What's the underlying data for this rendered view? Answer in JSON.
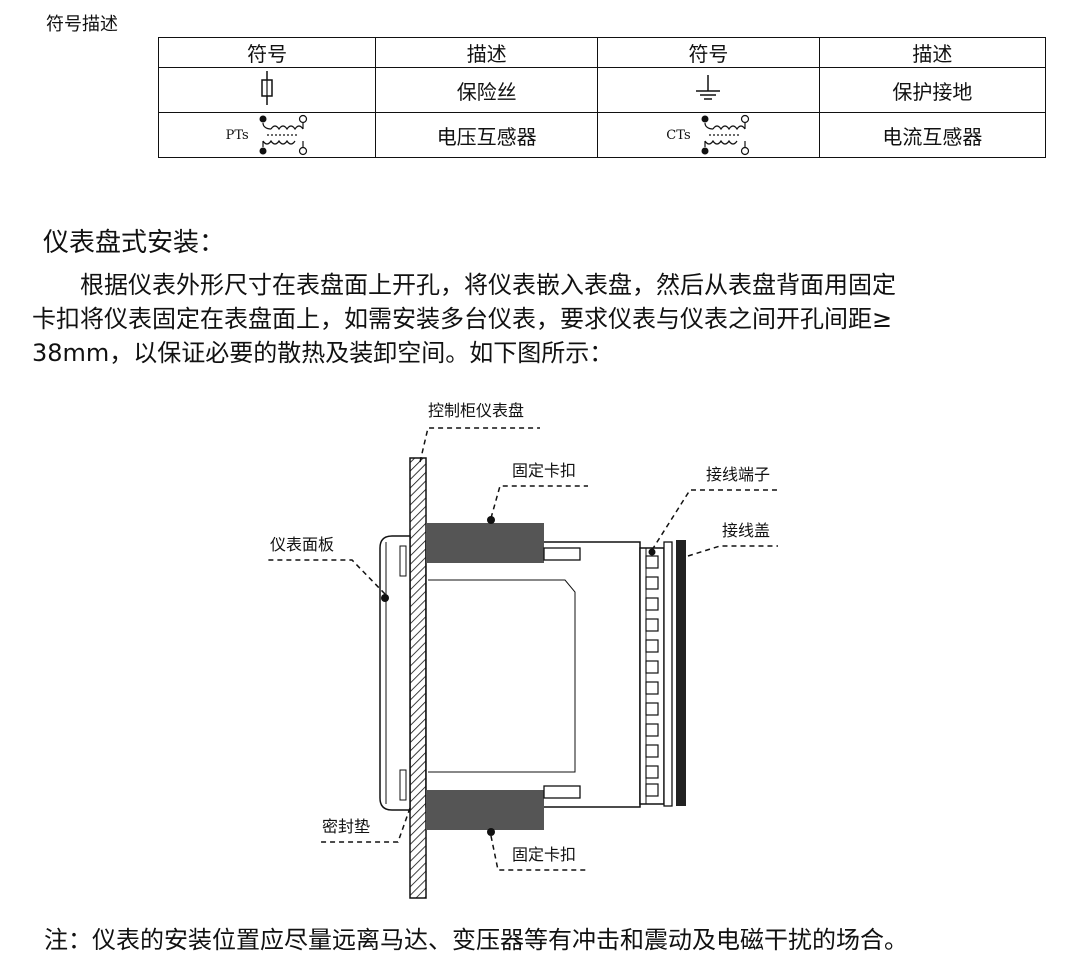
{
  "caption": "符号描述",
  "table": {
    "headers": [
      "符号",
      "描述",
      "符号",
      "描述"
    ],
    "rows": [
      {
        "sym1": {
          "icon": "fuse-icon",
          "label": ""
        },
        "desc1": "保险丝",
        "sym2": {
          "icon": "ground-icon",
          "label": ""
        },
        "desc2": "保护接地"
      },
      {
        "sym1": {
          "icon": "transformer-icon",
          "label": "PTs"
        },
        "desc1": "电压互感器",
        "sym2": {
          "icon": "transformer-icon",
          "label": "CTs"
        },
        "desc2": "电流互感器"
      }
    ]
  },
  "section": {
    "heading": "仪表盘式安装：",
    "paragraph_lines": [
      "根据仪表外形尺寸在表盘面上开孔，将仪表嵌入表盘，然后从表盘背面用固定",
      "卡扣将仪表固定在表盘面上，如需安装多台仪表，要求仪表与仪表之间开孔间距≥",
      "38mm，以保证必要的散热及装卸空间。如下图所示："
    ]
  },
  "diagram": {
    "labels": {
      "panel": "控制柜仪表盘",
      "clip_top": "固定卡扣",
      "terminal": "接线端子",
      "cover": "接线盖",
      "face": "仪表面板",
      "gasket": "密封垫",
      "clip_bottom": "固定卡扣"
    }
  },
  "note": "注：仪表的安装位置应尽量远离马达、变压器等有冲击和震动及电磁干扰的场合。"
}
